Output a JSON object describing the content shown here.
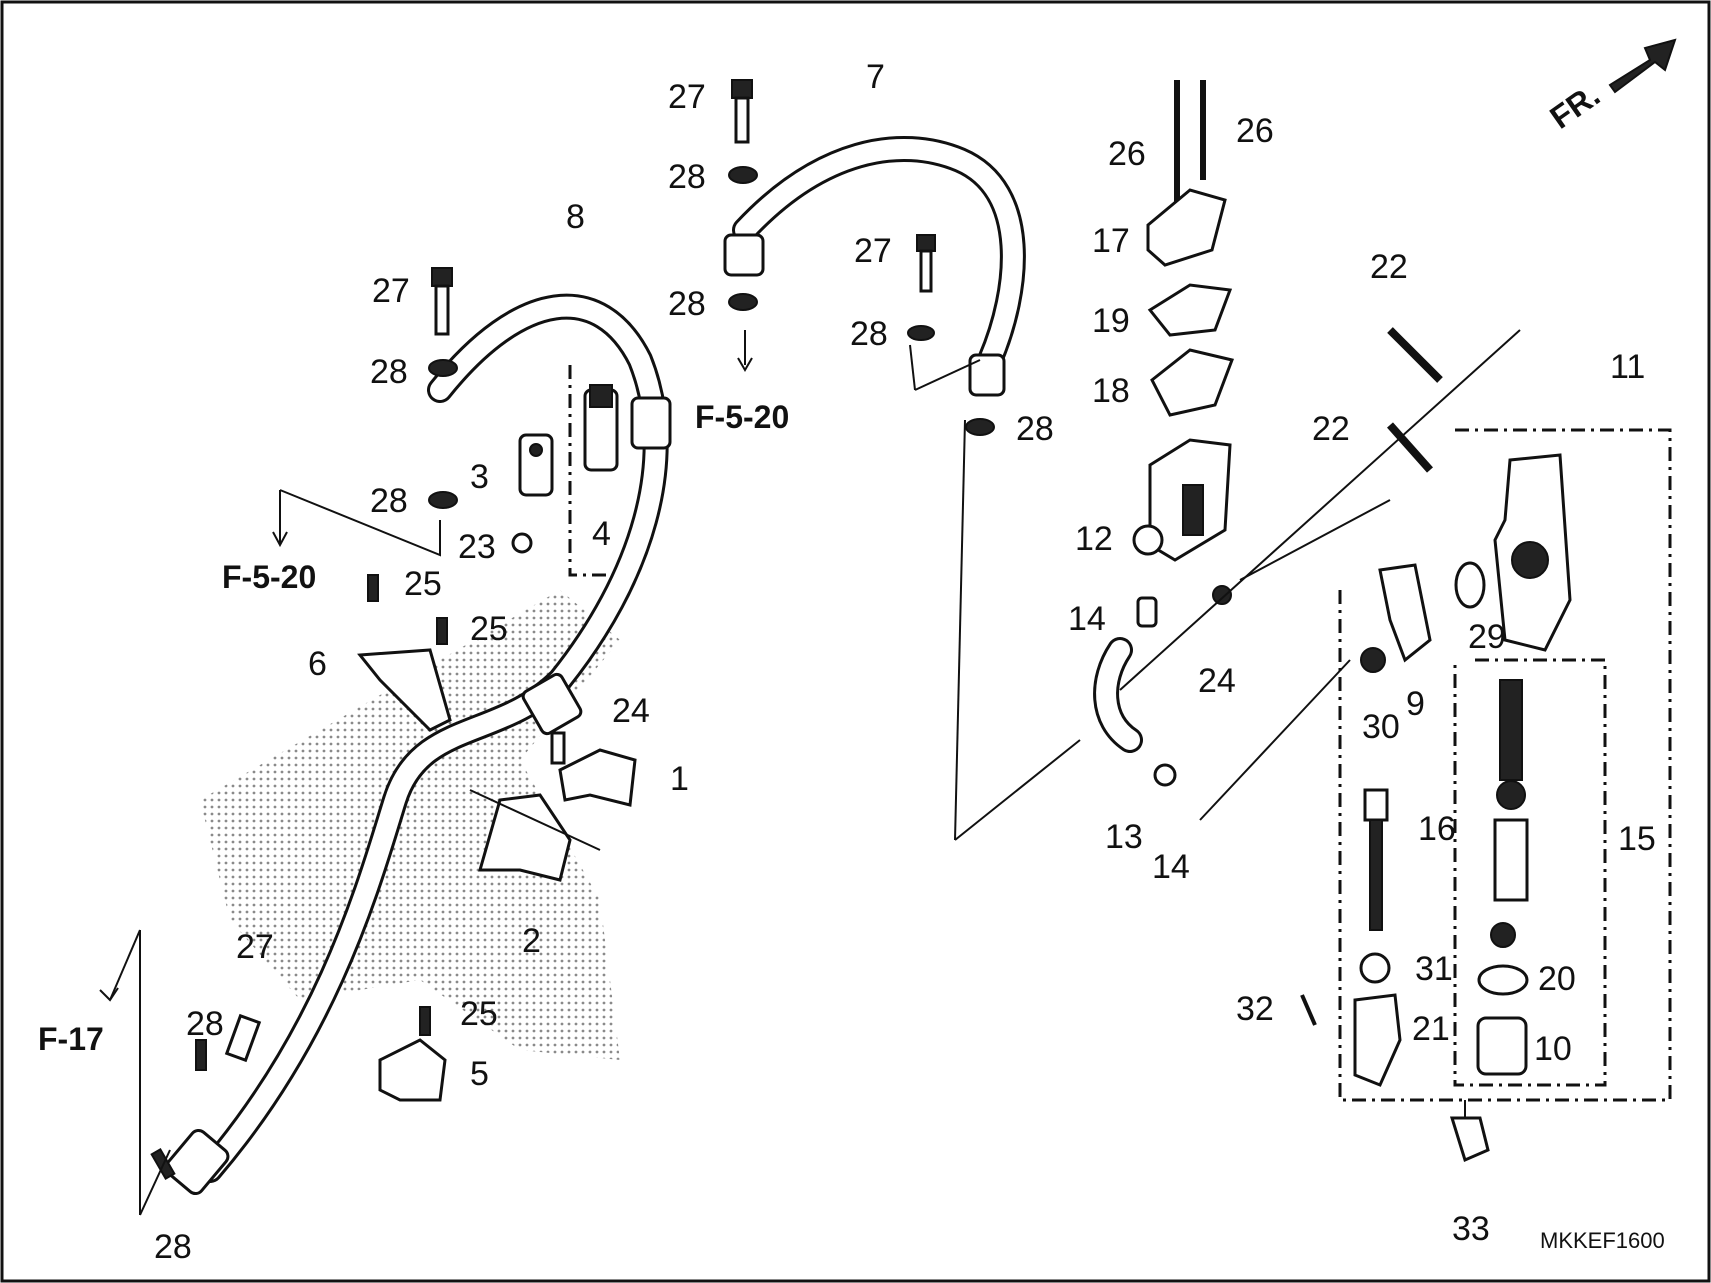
{
  "diagram": {
    "callouts": {
      "c1": "1",
      "c2": "2",
      "c3": "3",
      "c4": "4",
      "c5": "5",
      "c6": "6",
      "c7": "7",
      "c8": "8",
      "c9": "9",
      "c10": "10",
      "c11": "11",
      "c12": "12",
      "c13": "13",
      "c14a": "14",
      "c14b": "14",
      "c15": "15",
      "c16": "16",
      "c17": "17",
      "c18": "18",
      "c19": "19",
      "c20": "20",
      "c21": "21",
      "c22a": "22",
      "c22b": "22",
      "c23": "23",
      "c24a": "24",
      "c24b": "24",
      "c25a": "25",
      "c25b": "25",
      "c25c": "25",
      "c26a": "26",
      "c26b": "26",
      "c27a": "27",
      "c27b": "27",
      "c27c": "27",
      "c27d": "27",
      "c28a": "28",
      "c28b": "28",
      "c28c": "28",
      "c28d": "28",
      "c28e": "28",
      "c28f": "28",
      "c28g": "28",
      "c28h": "28",
      "c28i": "28",
      "c29": "29",
      "c30": "30",
      "c31": "31",
      "c32": "32",
      "c33": "33"
    },
    "refs": {
      "f520_left": "F-5-20",
      "f520_top": "F-5-20",
      "f17": "F-17"
    },
    "direction": "FR.",
    "code": "MKKEF1600",
    "colors": {
      "ink": "#111111",
      "paper": "#ffffff",
      "stipple": "#9a9a9a"
    }
  }
}
